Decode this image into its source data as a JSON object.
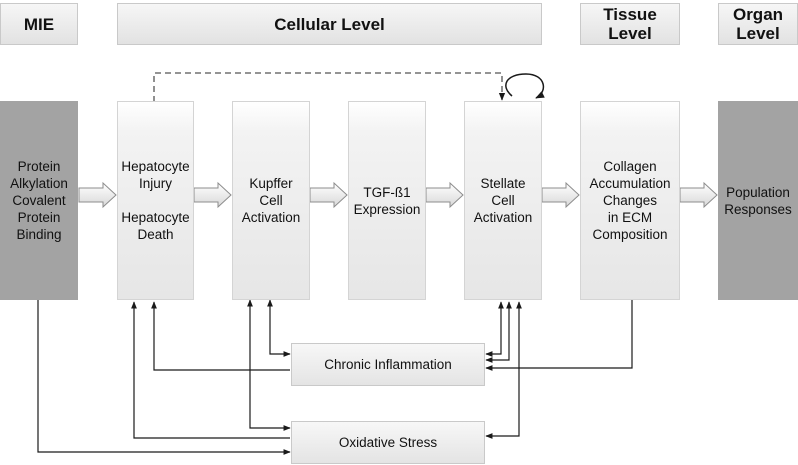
{
  "headers": {
    "mie": "MIE",
    "cellular": "Cellular Level",
    "tissue": "Tissue\nLevel",
    "organ": "Organ\nLevel"
  },
  "boxes": {
    "mie": "Protein\nAlkylation\nCovalent\nProtein\nBinding",
    "hepatocyte_injury": "Hepatocyte\nInjury",
    "hepatocyte_death": "Hepatocyte\nDeath",
    "kupffer": "Kupffer\nCell\nActivation",
    "tgf": "TGF-ß1\nExpression",
    "stellate": "Stellate\nCell\nActivation",
    "collagen": "Collagen\nAccumulation\nChanges\nin ECM\nComposition",
    "population": "Population\nResponses"
  },
  "bottom": {
    "inflammation": "Chronic Inflammation",
    "oxidative": "Oxidative Stress"
  },
  "colors": {
    "mie_fill": "#a3a3a3",
    "organ_fill": "#a3a3a3",
    "line": "#1a1a1a",
    "block_arrow_fill": "#e8e8e8",
    "block_arrow_stroke": "#8c8c8c"
  }
}
